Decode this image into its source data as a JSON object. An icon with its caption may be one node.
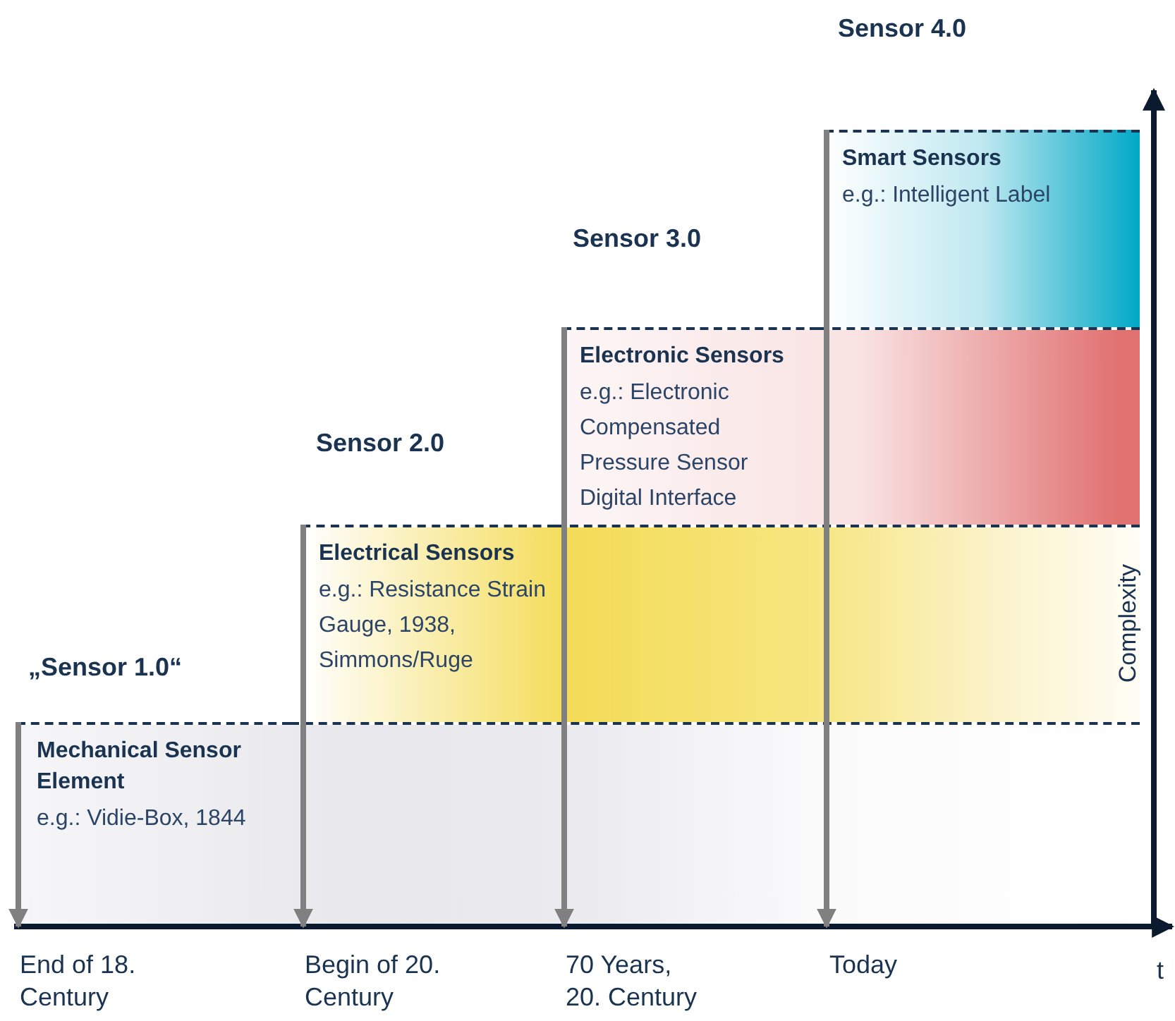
{
  "diagram": {
    "nodes": [
      {
        "text": [
          "Mechanical Sensor Element",
          "e.g.: Vidie-Box, 1844"
        ]
      },
      {
        "text": [
          "Electrical Sensors",
          "e.g.: Resistance Strain Gauge, 1938, Simmons/Ruge"
        ]
      },
      {
        "text": [
          "Electronic Sensors",
          "e.g.: Electronic Compensated Pressure Sensor Digital Interface"
        ]
      },
      {
        "text": [
          "Smart Sensors",
          "e.g.: Intelligent Label"
        ]
      },
      {
        "text": [
          "End of 18. Century"
        ]
      },
      {
        "text": [
          "Begin of 20. Century"
        ]
      },
      {
        "text": [
          "70 Years, 20. Century"
        ]
      },
      {
        "text": [
          "Today"
        ]
      }
    ],
    "edges": [
      {
        "from": 0,
        "to": 4,
        "arrow": "to"
      },
      {
        "from": 1,
        "to": 5,
        "arrow": "to"
      },
      {
        "from": 2,
        "to": 6,
        "arrow": "to"
      },
      {
        "from": 3,
        "to": 7,
        "arrow": "to"
      }
    ],
    "labels": [
      "Sensor 4.0",
      "Sensor 3.0",
      "Sensor 2.0",
      "„Sensor 1.0“",
      "Complexity",
      "t"
    ]
  }
}
